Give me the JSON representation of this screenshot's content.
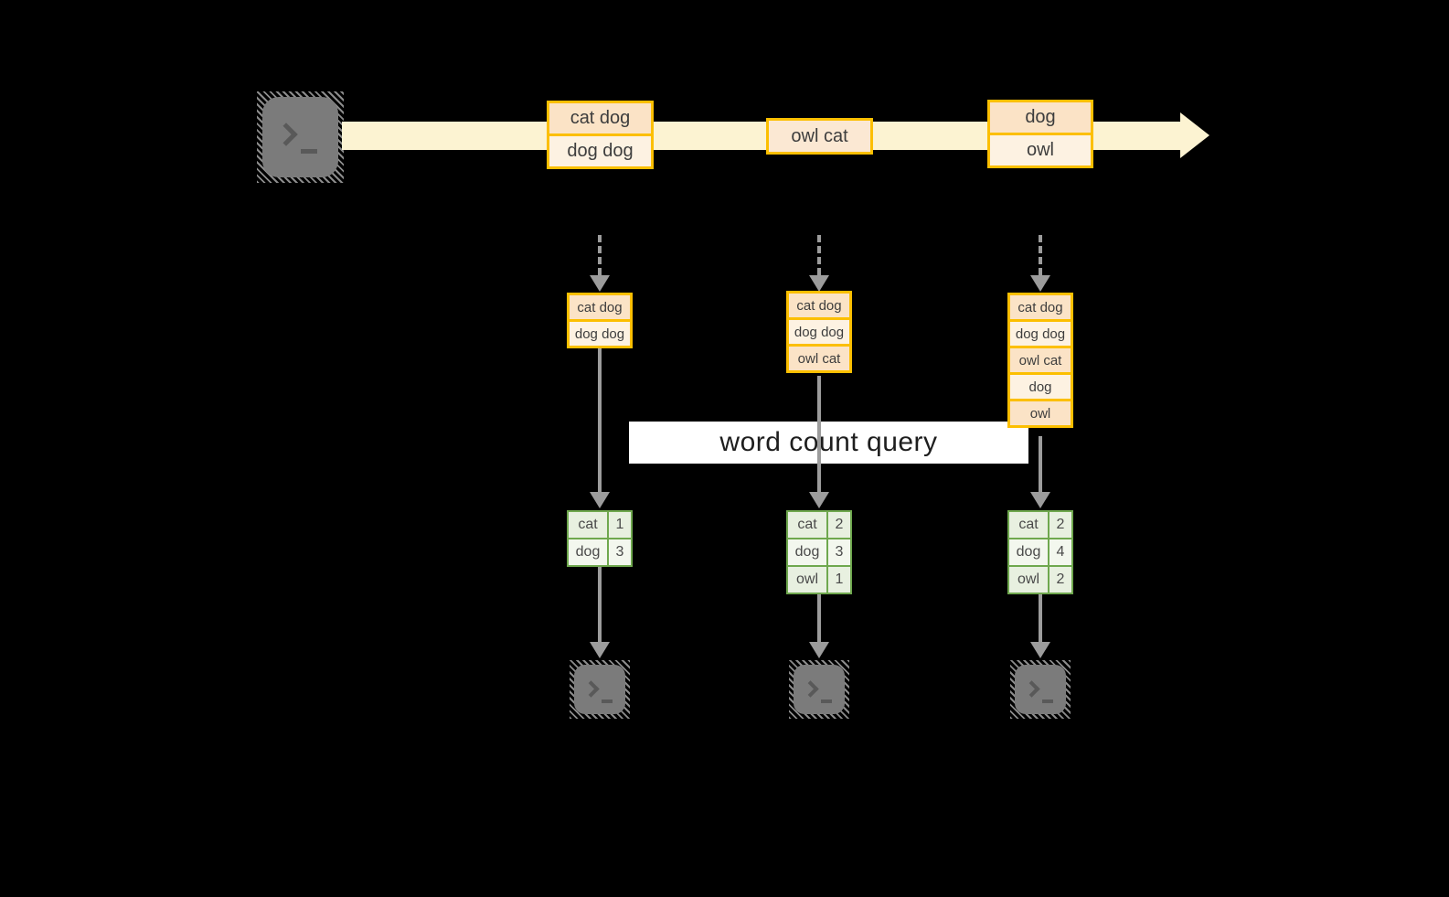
{
  "diagram": {
    "query_banner": "word count query",
    "stream": {
      "groups": [
        {
          "items": [
            "cat dog",
            "dog dog"
          ]
        },
        {
          "items": [
            "owl cat"
          ]
        },
        {
          "items": [
            "dog",
            "owl"
          ]
        }
      ]
    },
    "columns": [
      {
        "buffer": [
          "cat dog",
          "dog dog"
        ],
        "counts": [
          {
            "word": "cat",
            "count": "1"
          },
          {
            "word": "dog",
            "count": "3"
          }
        ]
      },
      {
        "buffer": [
          "cat dog",
          "dog dog",
          "owl cat"
        ],
        "counts": [
          {
            "word": "cat",
            "count": "2"
          },
          {
            "word": "dog",
            "count": "3"
          },
          {
            "word": "owl",
            "count": "1"
          }
        ]
      },
      {
        "buffer": [
          "cat dog",
          "dog dog",
          "owl cat",
          "dog",
          "owl"
        ],
        "counts": [
          {
            "word": "cat",
            "count": "2"
          },
          {
            "word": "dog",
            "count": "4"
          },
          {
            "word": "owl",
            "count": "2"
          }
        ]
      }
    ],
    "icons": {
      "source": "terminal-icon",
      "sinks": [
        "terminal-icon",
        "terminal-icon",
        "terminal-icon"
      ]
    },
    "colors": {
      "background": "#000000",
      "stream_fill": "#fcf3d2",
      "event_border": "#fcbf00",
      "event_fill_peach": "#fbe3c6",
      "event_fill_cream": "#fdf2e2",
      "table_border": "#6fa84e",
      "table_fill_a": "#e8f0e0",
      "table_fill_b": "#f3f7ee",
      "arrow_gray": "#9c9c9c",
      "terminal_gray": "#7b7b7b"
    }
  }
}
